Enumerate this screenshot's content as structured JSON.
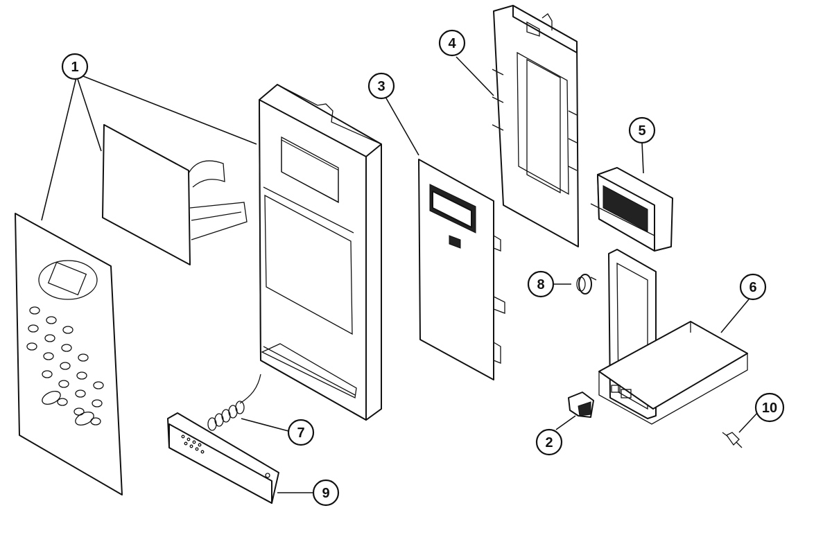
{
  "callouts": [
    {
      "id": "c1",
      "label": "1"
    },
    {
      "id": "c2",
      "label": "2"
    },
    {
      "id": "c3",
      "label": "3"
    },
    {
      "id": "c4",
      "label": "4"
    },
    {
      "id": "c5",
      "label": "5"
    },
    {
      "id": "c6",
      "label": "6"
    },
    {
      "id": "c7",
      "label": "7"
    },
    {
      "id": "c8",
      "label": "8"
    },
    {
      "id": "c9",
      "label": "9"
    },
    {
      "id": "c10",
      "label": "10"
    }
  ],
  "colors": {
    "line": "#111111",
    "background": "#ffffff"
  }
}
